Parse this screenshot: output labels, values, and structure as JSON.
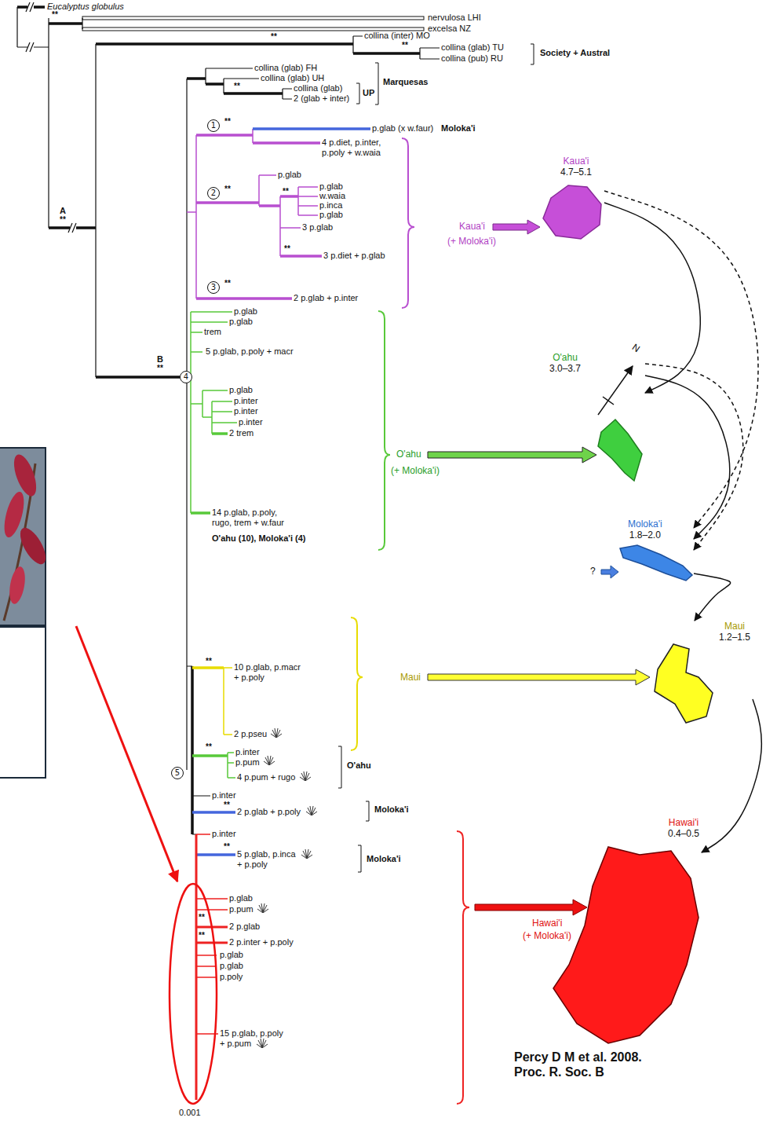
{
  "diagram": {
    "nodes": [
      {
        "text": [
          "1"
        ]
      },
      {
        "text": [
          "2"
        ]
      },
      {
        "text": [
          "3"
        ]
      },
      {
        "text": [
          "4"
        ]
      },
      {
        "text": [
          "5"
        ]
      },
      {
        "text": [
          "Kaua'i",
          "4.7–5.1"
        ]
      },
      {
        "text": [
          "O'ahu",
          "3.0–3.7"
        ]
      },
      {
        "text": [
          "Moloka'i",
          "1.8–2.0"
        ]
      },
      {
        "text": [
          "Maui",
          "1.2–1.5"
        ]
      },
      {
        "text": [
          "Hawai'i",
          "0.4–0.5"
        ]
      }
    ],
    "edges": [
      {
        "from": 5,
        "to": 6,
        "arrow": "to"
      },
      {
        "from": 5,
        "to": 7,
        "arrow": "to"
      },
      {
        "from": 6,
        "to": 7,
        "arrow": "to"
      },
      {
        "from": 6,
        "to": 7,
        "arrow": "to"
      },
      {
        "from": 7,
        "to": 8,
        "arrow": "to"
      },
      {
        "from": 8,
        "to": 9,
        "arrow": "to"
      }
    ],
    "labels": [
      "Eucalyptus globulus",
      "**",
      "nervulosa LHI",
      "excelsa NZ",
      "**",
      "collina (inter) MO",
      "**",
      "collina (glab) TU",
      "collina (pub) RU",
      "Society + Austral",
      "collina (glab) FH",
      "collina (glab) UH",
      "**",
      "collina (glab)",
      "2 (glab + inter)",
      "UP",
      "Marquesas",
      "**",
      "p.glab (x w.faur)",
      "Moloka'i",
      "4 p.diet, p.inter, p.poly + w.waia",
      "**",
      "p.glab",
      "**",
      "p.glab",
      "w.waia",
      "p.inca",
      "p.glab",
      "3 p.glab",
      "**",
      "3 p.diet + p.glab",
      "**",
      "2 p.glab + p.inter",
      "Kaua'i",
      "(+ Moloka'i)",
      "A",
      "**",
      "p.glab",
      "p.glab",
      "trem",
      "5 p.glab, p.poly + macr",
      "B",
      "**",
      "p.glab",
      "p.inter",
      "p.inter",
      "p.inter",
      "2 trem",
      "O'ahu",
      "(+ Moloka'i)",
      "14 p.glab, p.poly, rugo, trem + w.faur",
      "O'ahu (10), Moloka'i (4)",
      "N",
      "?",
      "**",
      "10 p.glab, p.macr + p.poly",
      "2 p.pseu",
      "Maui",
      "**",
      "p.inter",
      "p.pum",
      "4 p.pum + rugo",
      "O'ahu",
      "p.inter",
      "**",
      "2 p.glab + p.poly",
      "Moloka'i",
      "p.inter",
      "**",
      "5 p.glab, p.inca + p.poly",
      "Moloka'i",
      "p.glab",
      "p.pum",
      "**",
      "2 p.glab",
      "**",
      "2 p.inter + p.poly",
      "p.glab",
      "p.glab",
      "p.poly",
      "15 p.glab, p.poly + p.pum",
      "Hawai'i",
      "(+ Moloka'i)",
      "0.001",
      "Percy D M et al. 2008. Proc. R. Soc. B"
    ]
  }
}
